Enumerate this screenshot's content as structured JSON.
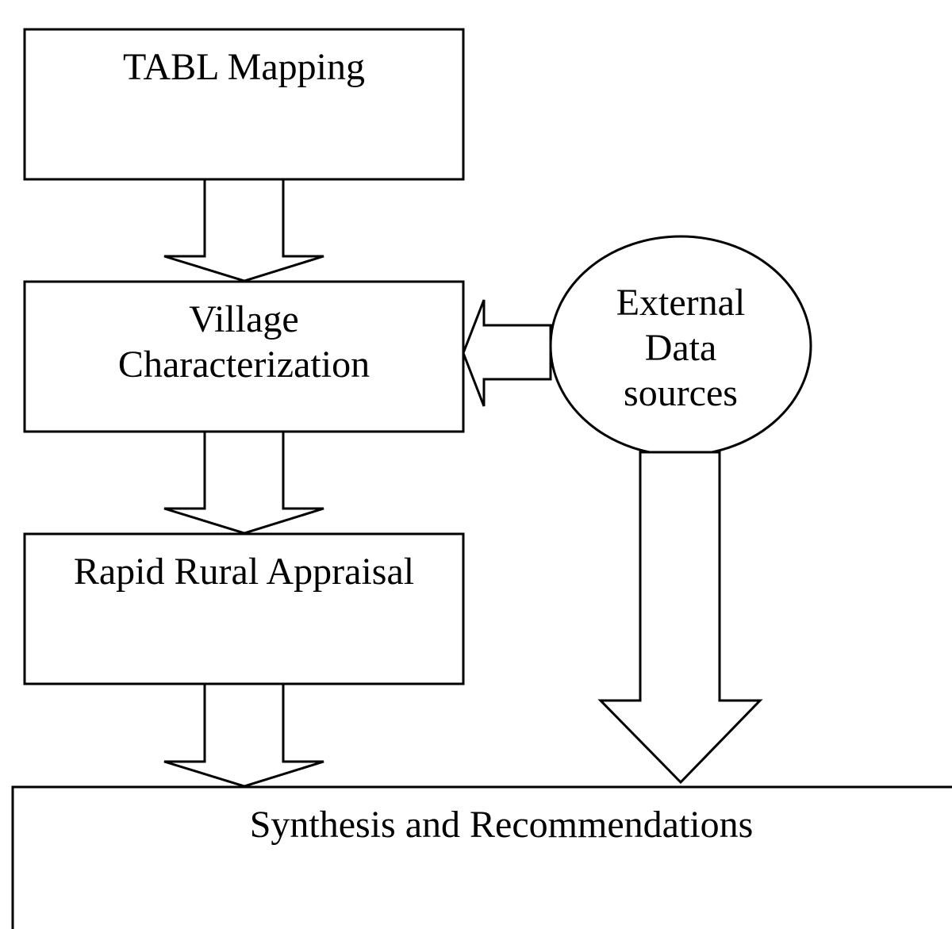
{
  "nodes": {
    "tabl_mapping": {
      "label": "TABL Mapping"
    },
    "village_characterization": {
      "lines": [
        "Village",
        "Characterization"
      ]
    },
    "rapid_rural_appraisal": {
      "label": "Rapid Rural Appraisal"
    },
    "external_data_sources": {
      "lines": [
        "External",
        "Data",
        "sources"
      ]
    },
    "synthesis": {
      "label": "Synthesis and Recommendations"
    }
  },
  "edges": [
    {
      "from": "tabl_mapping",
      "to": "village_characterization"
    },
    {
      "from": "village_characterization",
      "to": "rapid_rural_appraisal"
    },
    {
      "from": "rapid_rural_appraisal",
      "to": "synthesis"
    },
    {
      "from": "external_data_sources",
      "to": "village_characterization"
    },
    {
      "from": "external_data_sources",
      "to": "synthesis"
    }
  ]
}
